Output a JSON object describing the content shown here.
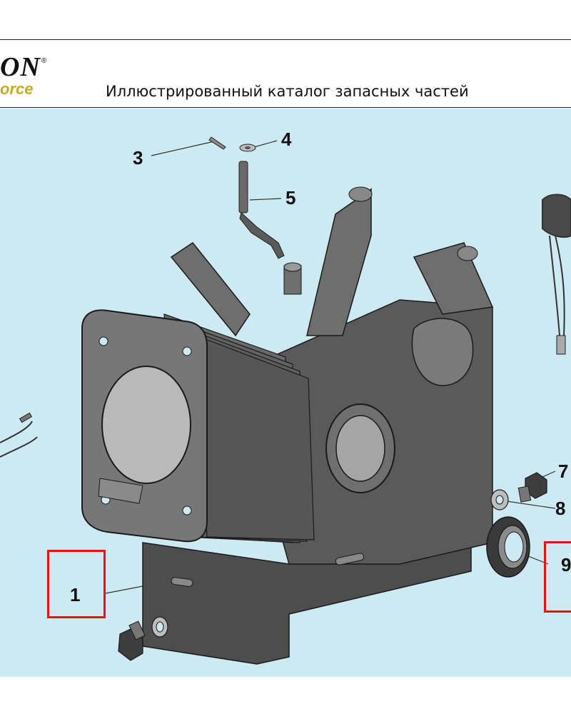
{
  "header": {
    "brand_line_1": "ON",
    "brand_reg": "®",
    "brand_line_2": "orce",
    "title": "Иллюстрированный каталог запасных частей"
  },
  "callouts": [
    {
      "id": "1",
      "label": "1",
      "highlighted": true
    },
    {
      "id": "3",
      "label": "3",
      "highlighted": false
    },
    {
      "id": "4",
      "label": "4",
      "highlighted": false
    },
    {
      "id": "5",
      "label": "5",
      "highlighted": false
    },
    {
      "id": "7",
      "label": "7",
      "highlighted": false
    },
    {
      "id": "8",
      "label": "8",
      "highlighted": false
    },
    {
      "id": "9",
      "label": "9",
      "highlighted": true
    }
  ],
  "colors": {
    "panel_bg": "#cde9f1",
    "highlight": "#e0151a",
    "brand_accent": "#c4aa24",
    "part_dark": "#4a4a4a"
  }
}
